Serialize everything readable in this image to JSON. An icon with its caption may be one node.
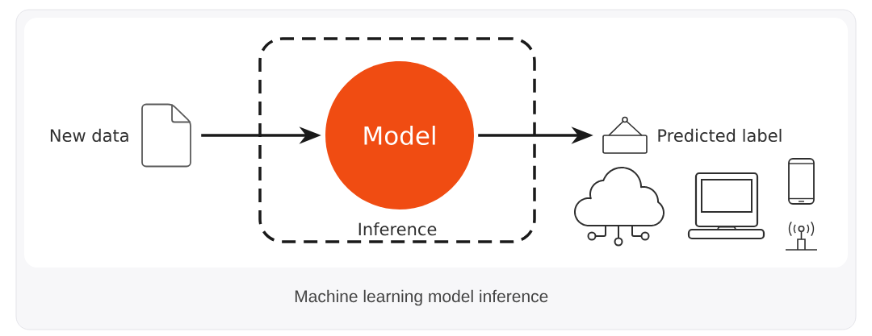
{
  "diagram": {
    "caption": "Machine learning model inference",
    "nodes": [
      {
        "text": [],
        "shape": "picture",
        "beside": [
          "New data"
        ]
      },
      {
        "text": [
          "Inference"
        ]
      },
      {
        "text": [
          "Model"
        ],
        "in": 1
      },
      {
        "text": [],
        "shape": "picture",
        "beside": [
          "Predicted label"
        ]
      }
    ],
    "edges": [
      {
        "from": 0,
        "to": 2,
        "arrow": "to"
      },
      {
        "from": 2,
        "to": 3,
        "arrow": "to"
      }
    ]
  }
}
